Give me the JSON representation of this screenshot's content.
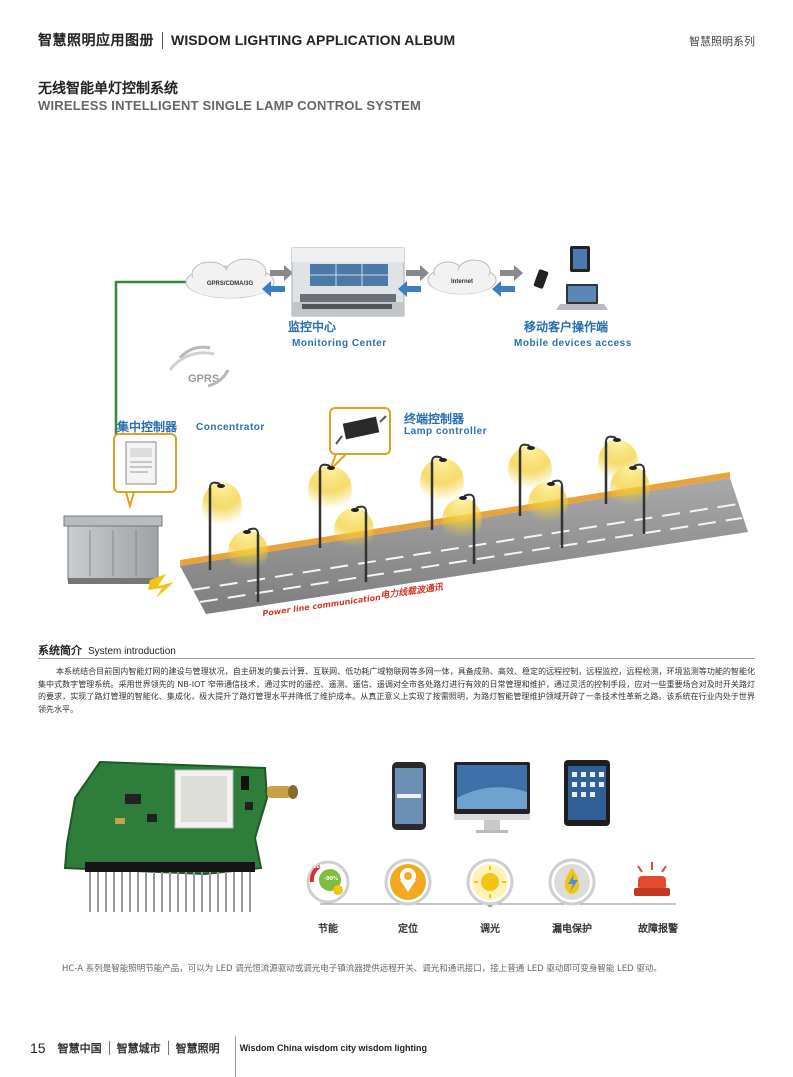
{
  "header": {
    "title_cn": "智慧照明应用图册",
    "title_en": "WISDOM LIGHTING APPLICATION ALBUM",
    "series": "智慧照明系列"
  },
  "page_title": {
    "cn": "无线智能单灯控制系统",
    "en": "WIRELESS INTELLIGENT SINGLE LAMP CONTROL SYSTEM"
  },
  "diagram": {
    "cloud_left": "GPRS/CDMA/3G",
    "cloud_right": "Internet",
    "gprs": "GPRS",
    "monitoring_cn": "监控中心",
    "monitoring_en": "Monitoring Center",
    "mobile_cn": "移动客户操作端",
    "mobile_en": "Mobile devices access",
    "concentrator_cn": "集中控制器",
    "concentrator_en": "Concentrator",
    "lamp_cn": "终端控制器",
    "lamp_en": "Lamp controller",
    "plc_en": "Power line communication",
    "plc_cn": "电力线载波通讯"
  },
  "section": {
    "title_cn": "系统简介",
    "title_en": "System introduction",
    "body": "本系统结合目前国内智能灯网的建设与管理状况，自主研发的集云计算、互联网、低功耗广域物联网等多网一体，具备成熟、高效、稳定的远程控制，远程监控，远程检测，环境监测等功能的智能化集中式数字管理系统。采用世界领先的 NB-IOT 窄带通信技术，通过实时的遥控、遥测、遥信、遥调对全市各处路灯进行有效的日常管理和维护，通过灵活的控制手段，应对一些重要场合对及时开关路灯的要求，实现了路灯管理的智能化、集成化，极大提升了路灯管理水平并降低了维护成本。从真正意义上实现了按需照明，为路灯智能管理维护领域开辟了一条技术性革新之路。该系统在行业内处于世界领先水平。"
  },
  "features": [
    {
      "label": "节能",
      "icon": "energy-saving-icon",
      "badge": "LED",
      "pct": "-90%"
    },
    {
      "label": "定位",
      "icon": "location-pin-icon"
    },
    {
      "label": "调光",
      "icon": "dimming-sun-icon"
    },
    {
      "label": "漏电保护",
      "icon": "leakage-protection-icon"
    },
    {
      "label": "故障报警",
      "icon": "alarm-siren-icon"
    }
  ],
  "note": "HC-A 系列是智能照明节能产品，可以为 LED 调光恒流源驱动或调光电子镇流器提供远程开关、调光和通讯接口，接上普通 LED 驱动即可变身智能 LED 驱动。",
  "footer": {
    "page": "15",
    "tags": [
      "智慧中国",
      "智慧城市",
      "智慧照明"
    ],
    "en": "Wisdom China  wisdom city  wisdom lighting"
  },
  "colors": {
    "accent_blue": "#2a6fb0",
    "arrow_gray": "#8a8a8a",
    "green_line": "#2e8b3a",
    "lamp_glow": "#f2cf3a",
    "alert_red": "#d03a2a"
  }
}
